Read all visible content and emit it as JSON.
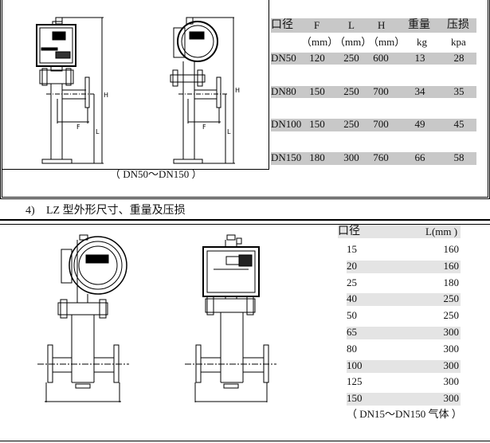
{
  "top_section": {
    "caption": "（ DN50～DN150 ）",
    "drawing_labels": {
      "h": "H",
      "f": "F",
      "l": "L"
    },
    "table": {
      "headers": [
        "口径",
        "F",
        "L",
        "H",
        "重量",
        "压损"
      ],
      "units": [
        "",
        "（mm）",
        "（mm）",
        "（mm）",
        "kg",
        "kpa"
      ],
      "rows": [
        [
          "DN50",
          "120",
          "250",
          "600",
          "13",
          "28"
        ],
        [
          "DN80",
          "150",
          "250",
          "700",
          "34",
          "35"
        ],
        [
          "DN100",
          "150",
          "250",
          "700",
          "49",
          "45"
        ],
        [
          "DN150",
          "180",
          "300",
          "760",
          "66",
          "58"
        ]
      ]
    }
  },
  "section_heading": {
    "number": "4)",
    "title": "LZ 型外形尺寸、重量及压损"
  },
  "bottom_section": {
    "table": {
      "headers": [
        "口径",
        "L(mm )"
      ],
      "rows": [
        [
          "15",
          "160"
        ],
        [
          "20",
          "160"
        ],
        [
          "25",
          "180"
        ],
        [
          "40",
          "250"
        ],
        [
          "50",
          "250"
        ],
        [
          "65",
          "300"
        ],
        [
          "80",
          "300"
        ],
        [
          "100",
          "300"
        ],
        [
          "125",
          "300"
        ],
        [
          "150",
          "300"
        ]
      ]
    },
    "caption": "（ DN15～DN150 气体 ）"
  }
}
